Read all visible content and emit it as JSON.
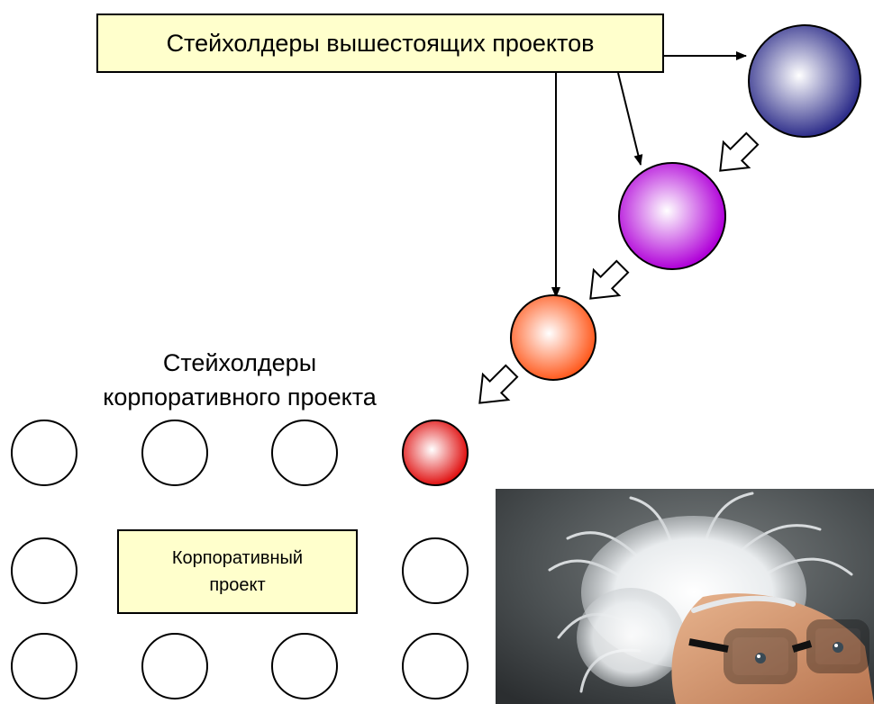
{
  "upper_stakeholders_box": {
    "text": "Стейхолдеры вышестоящих проектов"
  },
  "corporate_stakeholders_label": {
    "line1": "Стейхолдеры",
    "line2": "корпоративного проекта"
  },
  "corporate_project_box": {
    "line1": "Корпоративный",
    "line2": "проект"
  },
  "colors": {
    "box_fill": "#ffffcc",
    "upper_project_1": "#2e2e8a",
    "upper_project_2": "#b000d8",
    "upper_project_3": "#ff5a1e",
    "highlighted_stakeholder": "#e01010",
    "photo_background": "#3e4244"
  },
  "photo": {
    "subject": "elderly man with wild white hair and black glasses"
  }
}
